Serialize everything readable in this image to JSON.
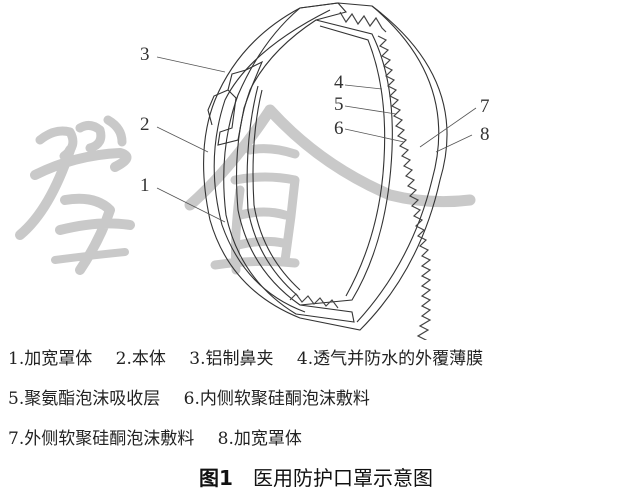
{
  "figure": {
    "watermark_text": "学会",
    "callouts": [
      "1",
      "2",
      "3",
      "4",
      "5",
      "6",
      "7",
      "8"
    ]
  },
  "legend": {
    "row1": [
      "1.加宽罩体",
      "2.本体",
      "3.铝制鼻夹",
      "4.透气并防水的外覆薄膜"
    ],
    "row2": [
      "5.聚氨酯泡沫吸收层",
      "6.内侧软聚硅酮泡沫敷料"
    ],
    "row3": [
      "7.外侧软聚硅酮泡沫敷料",
      "8.加宽罩体"
    ]
  },
  "caption": {
    "figure_number": "图1",
    "title": "医用防护口罩示意图"
  },
  "colors": {
    "line": "#333333",
    "watermark": "#c8c8c8",
    "text": "#222222"
  }
}
